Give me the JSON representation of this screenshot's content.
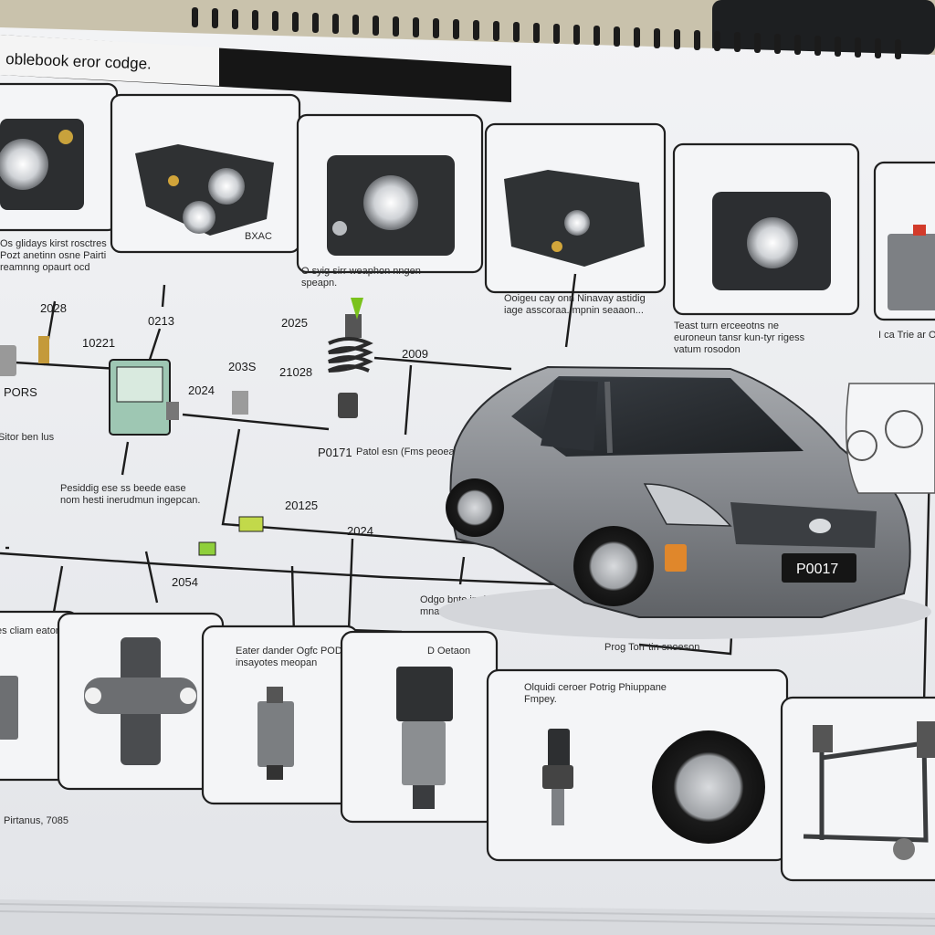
{
  "header": {
    "title": "oblebook eror codge."
  },
  "top_panels": [
    {
      "caption": "Os glidays kirst rosctres Pozt anetinn osne Pairti reamnng opaurt ocd",
      "tag": ""
    },
    {
      "caption": "",
      "tag": "BXAC"
    },
    {
      "caption": "O syig sirr weaphon nngen speapn.",
      "tag": ""
    },
    {
      "caption": "Ooigeu cay onn Ninavay astidig iage asscoraa. mpnin seaaon...",
      "tag": ""
    },
    {
      "caption": "Teast turn erceeotns ne euroneun tansr kun-tyr rigess vatum rosodon",
      "tag": ""
    },
    {
      "caption": "I ca Trie ar Orcan-Loa",
      "tag": ""
    }
  ],
  "left_notes": {
    "pors": "PORS",
    "stror": "Sitor ben lus",
    "pesiddig": "Pesiddig ese ss beede ease nom hesti inerudmun ingepcan."
  },
  "codes": {
    "c2028_top": "2028",
    "c10221": "10221",
    "c0213": "0213",
    "c2025": "2025",
    "c203s": "203S",
    "c21028": "21028",
    "c2024": "2024",
    "c2009": "2009",
    "c20125": "20125",
    "c2024b": "2024",
    "c2054": "2054",
    "p0171": "P0171"
  },
  "mid_notes": {
    "patol": "Patol esn (Fms peoeaption",
    "odgo": "Odgo bnte in dedid nomon mnaoaion.",
    "prog": "Prog Torr tin snoeson"
  },
  "bottom_panels": [
    {
      "caption": "es cliam eatom) estro)"
    },
    {
      "caption": ""
    },
    {
      "caption": "Eater dander Ogfc PODARY insayotes meopan"
    },
    {
      "caption": "D Oetaon"
    },
    {
      "caption": "Olquidi ceroer Potrig Phiuppane Fmpey."
    },
    {
      "caption": ""
    }
  ],
  "footer": {
    "note": "Pirtanus, 7085"
  },
  "car": {
    "plate": "P0017",
    "body_color": "#8a8d91"
  },
  "colors": {
    "paper": "#eef0f3",
    "ink": "#1c1c1c",
    "accent_green": "#7ac21c"
  }
}
